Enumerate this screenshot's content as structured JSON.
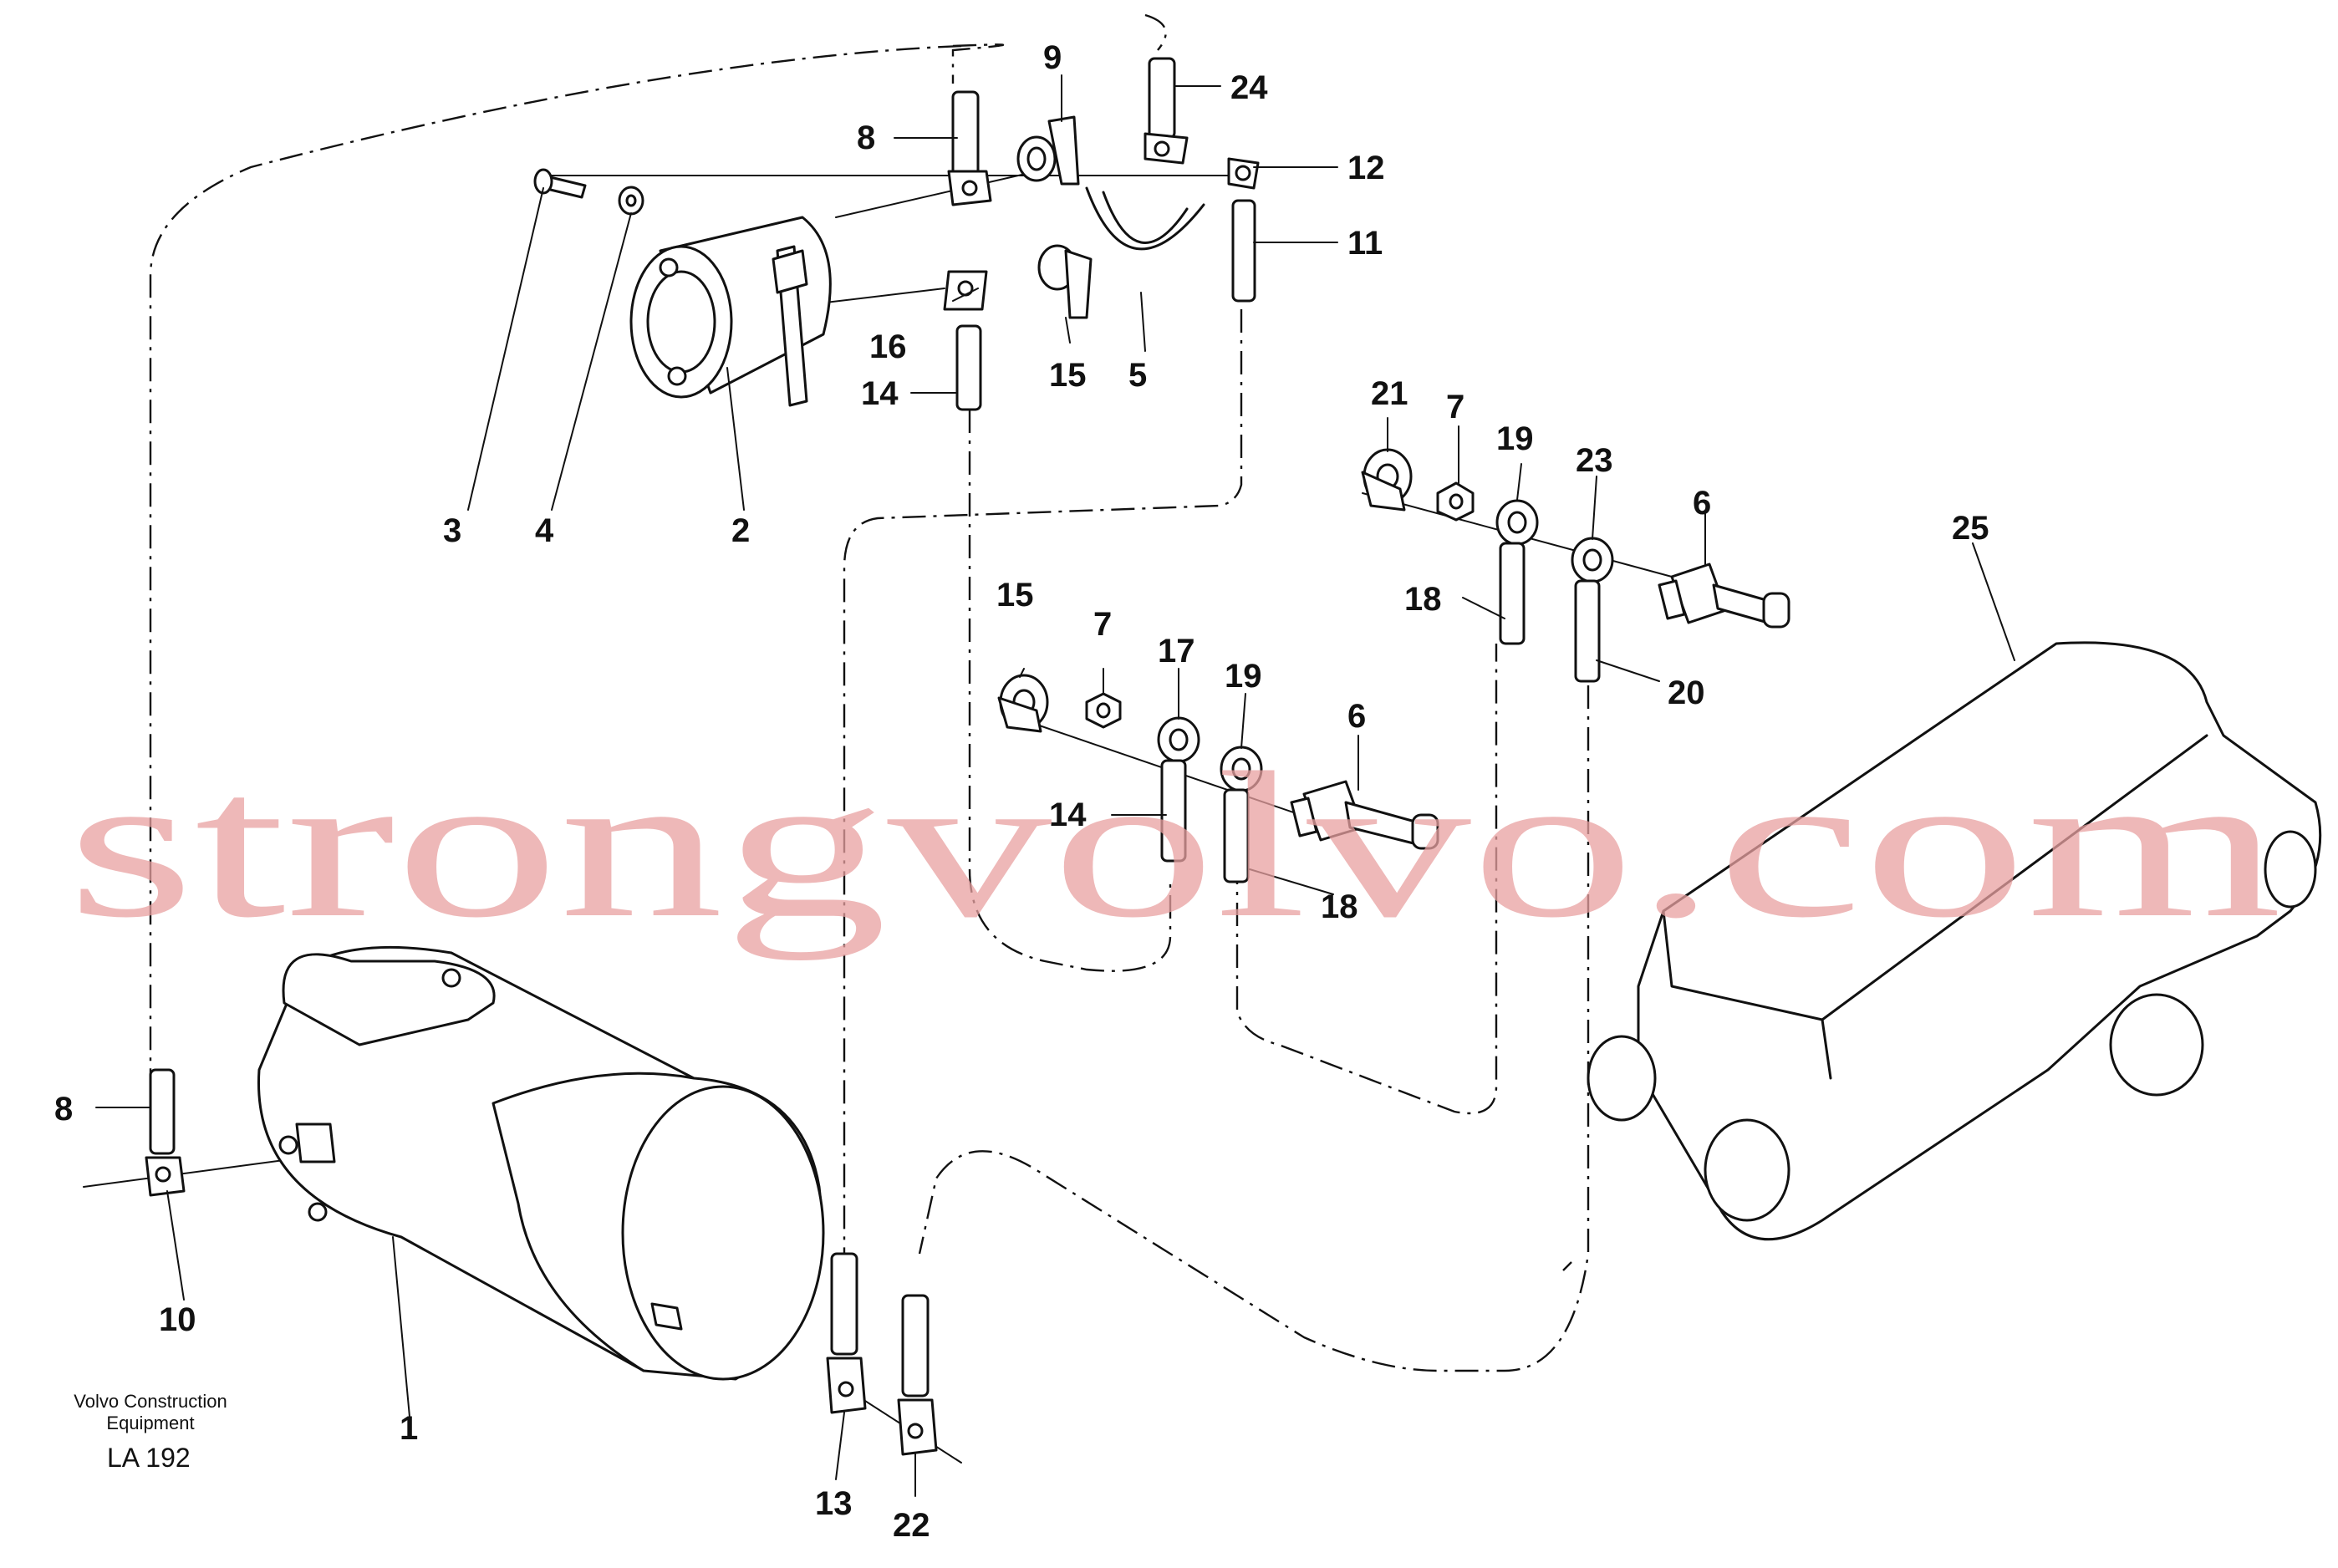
{
  "watermark": "strongvolvo.com",
  "credit": {
    "line1": "Volvo Construction",
    "line2": "Equipment"
  },
  "diagram_code": "LA 192",
  "callouts": {
    "c1": "1",
    "c2": "2",
    "c3": "3",
    "c4": "4",
    "c5": "5",
    "c6a": "6",
    "c6b": "6",
    "c7a": "7",
    "c7b": "7",
    "c8a": "8",
    "c8b": "8",
    "c9": "9",
    "c10": "10",
    "c11": "11",
    "c12": "12",
    "c13": "13",
    "c14a": "14",
    "c14b": "14",
    "c15a": "15",
    "c15b": "15",
    "c16": "16",
    "c17": "17",
    "c18a": "18",
    "c18b": "18",
    "c19a": "19",
    "c19b": "19",
    "c20": "20",
    "c21": "21",
    "c22": "22",
    "c23": "23",
    "c24": "24",
    "c25": "25"
  }
}
